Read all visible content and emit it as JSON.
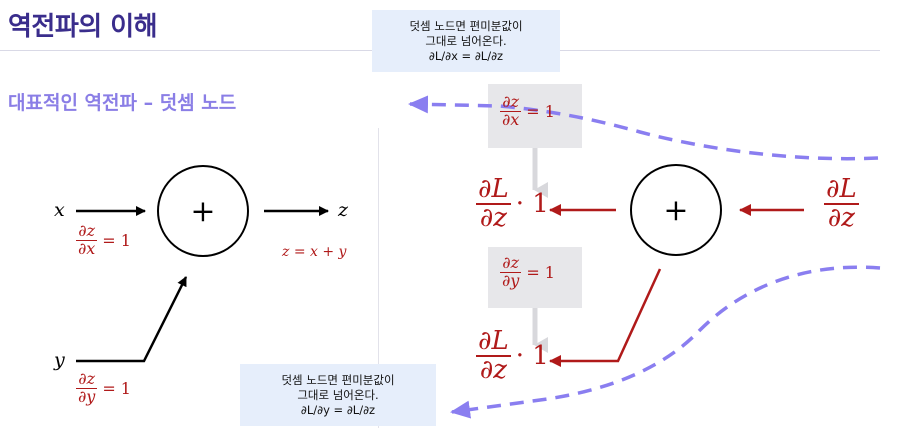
{
  "header": {
    "title": "역전파의 이해",
    "subtitle": "대표적인 역전파 – 덧셈 노드"
  },
  "forward": {
    "input_x": "x",
    "input_y": "y",
    "output_z": "z",
    "node_symbol": "+",
    "grad_x": {
      "num": "∂z",
      "den": "∂x",
      "rest": "= 1"
    },
    "grad_y": {
      "num": "∂z",
      "den": "∂y",
      "rest": "= 1"
    },
    "equation": "z = x + y"
  },
  "backward": {
    "node_symbol": "+",
    "upstream": {
      "num": "∂L",
      "den": "∂z"
    },
    "out_x": {
      "num": "∂L",
      "den": "∂z",
      "rest": "· 1"
    },
    "out_y": {
      "num": "∂L",
      "den": "∂z",
      "rest": "· 1"
    },
    "local_x": {
      "num": "∂z",
      "den": "∂x",
      "rest": "= 1"
    },
    "local_y": {
      "num": "∂z",
      "den": "∂y",
      "rest": "= 1"
    }
  },
  "callouts": {
    "top": {
      "line1": "덧셈 노드면 편미분값이",
      "line2": "그대로 넘어온다.",
      "line3": "∂L/∂x = ∂L/∂z"
    },
    "bottom": {
      "line1": "덧셈 노드면 편미분값이",
      "line2": "그대로 넘어온다.",
      "line3": "∂L/∂y = ∂L/∂z"
    }
  },
  "colors": {
    "title": "#3a2d8c",
    "subtitle": "#8a7ee6",
    "gradient_red": "#b01a1a",
    "dashed_purple": "#8a7ef0",
    "callout_bg": "#e6eefb",
    "gray_box": "#e7e7ea"
  }
}
